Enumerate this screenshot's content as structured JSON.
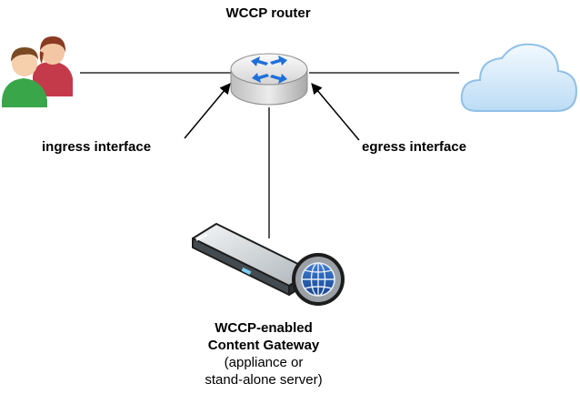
{
  "router": {
    "title": "WCCP router",
    "icon": "router-icon"
  },
  "users": {
    "icon": "users-icon"
  },
  "internet": {
    "icon": "cloud-icon"
  },
  "interfaces": {
    "ingress_label": "ingress interface",
    "egress_label": "egress interface"
  },
  "gateway": {
    "icon": "gateway-appliance-icon",
    "badge_icon": "globe-icon",
    "title_line1": "WCCP-enabled",
    "title_line2": "Content Gateway",
    "note_line1": "(appliance or",
    "note_line2": "stand-alone server)"
  },
  "colors": {
    "line": "#000000",
    "arrow_blue": "#1e6fd9",
    "cloud_fill": "#cfe6f8",
    "cloud_stroke": "#8fc0e8",
    "person_front_shirt": "#3aa64a",
    "person_back_shirt": "#c43a4a"
  }
}
